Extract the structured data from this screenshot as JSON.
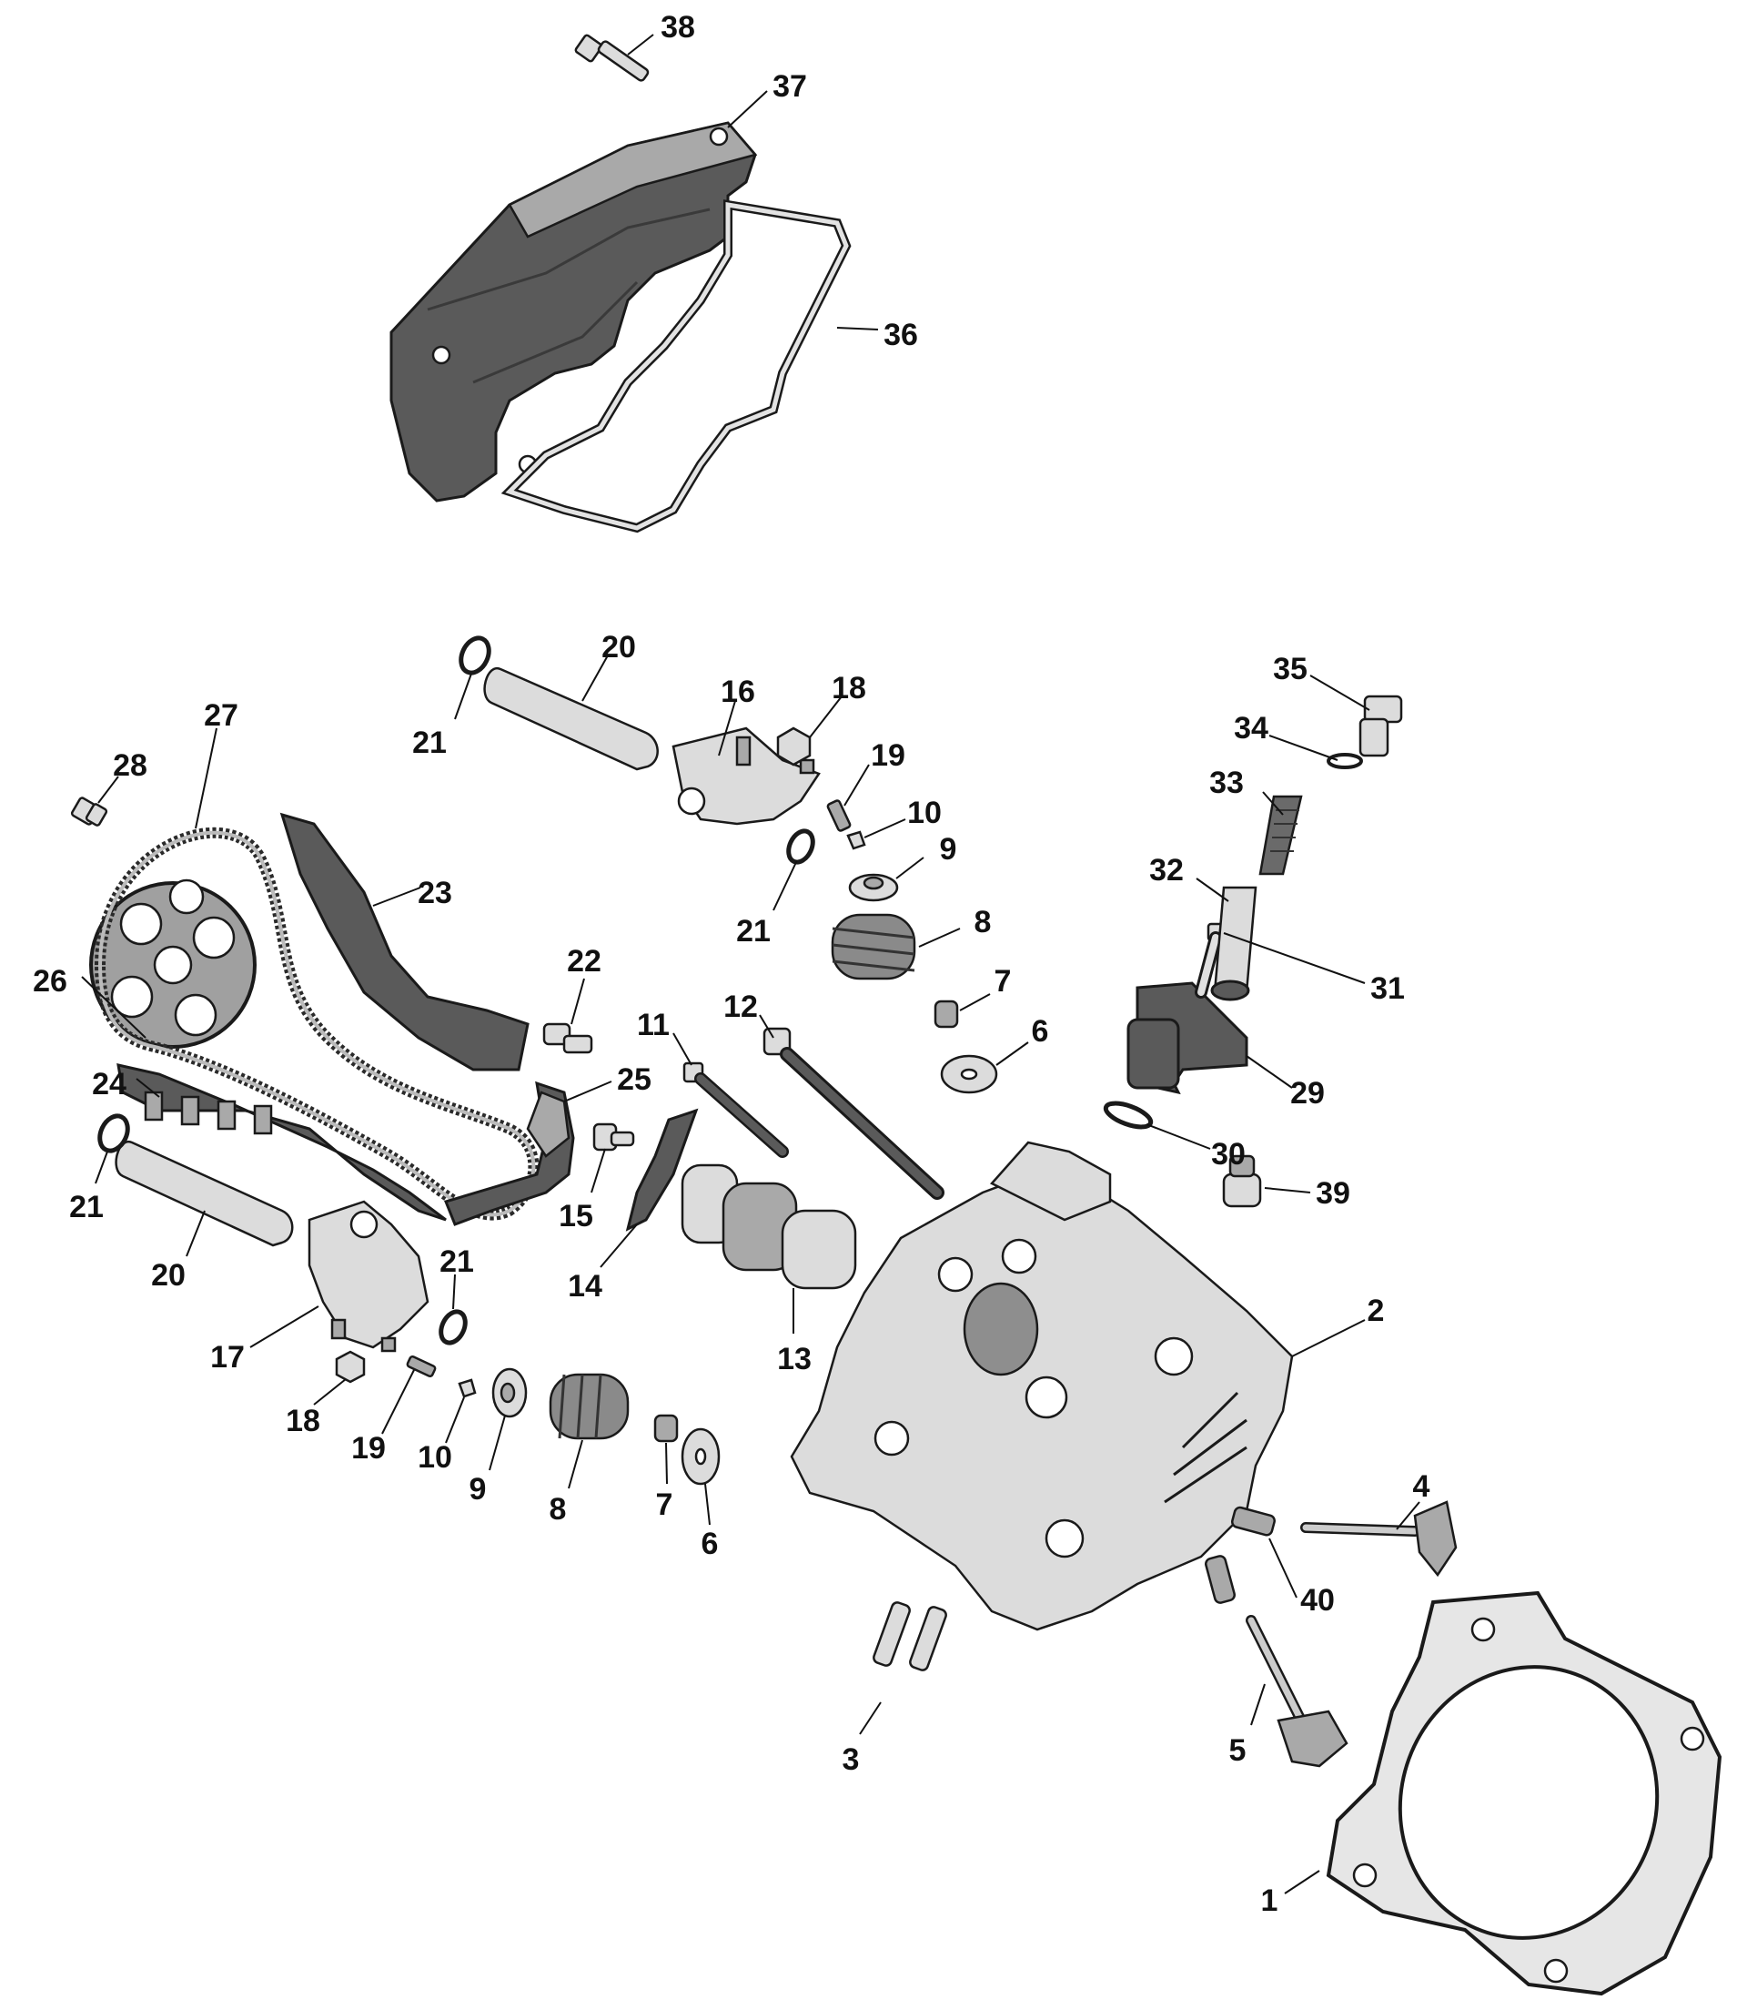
{
  "diagram": {
    "callouts": [
      {
        "id": "c38",
        "label": "38"
      },
      {
        "id": "c37",
        "label": "37"
      },
      {
        "id": "c36",
        "label": "36"
      },
      {
        "id": "c20a",
        "label": "20"
      },
      {
        "id": "c21a",
        "label": "21"
      },
      {
        "id": "c16",
        "label": "16"
      },
      {
        "id": "c18a",
        "label": "18"
      },
      {
        "id": "c19a",
        "label": "19"
      },
      {
        "id": "c10a",
        "label": "10"
      },
      {
        "id": "c9a",
        "label": "9"
      },
      {
        "id": "c21b",
        "label": "21"
      },
      {
        "id": "c8a",
        "label": "8"
      },
      {
        "id": "c7a",
        "label": "7"
      },
      {
        "id": "c6a",
        "label": "6"
      },
      {
        "id": "c35",
        "label": "35"
      },
      {
        "id": "c34",
        "label": "34"
      },
      {
        "id": "c33",
        "label": "33"
      },
      {
        "id": "c32",
        "label": "32"
      },
      {
        "id": "c31",
        "label": "31"
      },
      {
        "id": "c29",
        "label": "29"
      },
      {
        "id": "c30",
        "label": "30"
      },
      {
        "id": "c39",
        "label": "39"
      },
      {
        "id": "c27",
        "label": "27"
      },
      {
        "id": "c28",
        "label": "28"
      },
      {
        "id": "c23",
        "label": "23"
      },
      {
        "id": "c22",
        "label": "22"
      },
      {
        "id": "c26",
        "label": "26"
      },
      {
        "id": "c24",
        "label": "24"
      },
      {
        "id": "c25",
        "label": "25"
      },
      {
        "id": "c11",
        "label": "11"
      },
      {
        "id": "c12",
        "label": "12"
      },
      {
        "id": "c21c",
        "label": "21"
      },
      {
        "id": "c15",
        "label": "15"
      },
      {
        "id": "c14",
        "label": "14"
      },
      {
        "id": "c13",
        "label": "13"
      },
      {
        "id": "c20b",
        "label": "20"
      },
      {
        "id": "c21d",
        "label": "21"
      },
      {
        "id": "c17",
        "label": "17"
      },
      {
        "id": "c18b",
        "label": "18"
      },
      {
        "id": "c19b",
        "label": "19"
      },
      {
        "id": "c10b",
        "label": "10"
      },
      {
        "id": "c9b",
        "label": "9"
      },
      {
        "id": "c8b",
        "label": "8"
      },
      {
        "id": "c7b",
        "label": "7"
      },
      {
        "id": "c6b",
        "label": "6"
      },
      {
        "id": "c2",
        "label": "2"
      },
      {
        "id": "c4",
        "label": "4"
      },
      {
        "id": "c40",
        "label": "40"
      },
      {
        "id": "c3",
        "label": "3"
      },
      {
        "id": "c5",
        "label": "5"
      },
      {
        "id": "c1",
        "label": "1"
      }
    ]
  }
}
